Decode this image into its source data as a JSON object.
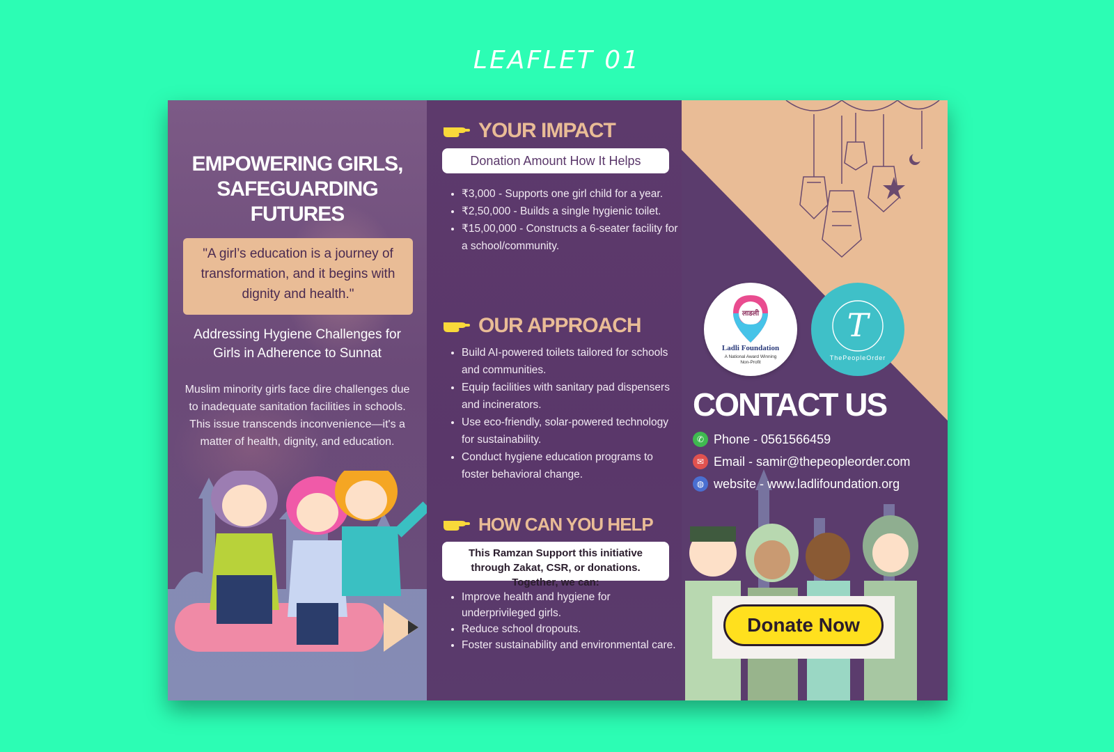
{
  "page_title": "LEAFLET 01",
  "left": {
    "heading": "EMPOWERING GIRLS, SAFEGUARDING FUTURES",
    "quote": "\"A girl’s education is a journey of transformation, and it begins with dignity and health.\"",
    "subheading": "Addressing Hygiene Challenges for Girls in Adherence to Sunnat",
    "body": "Muslim minority girls face dire challenges due to inadequate sanitation facilities in schools. This issue transcends inconvenience—it's a matter of health, dignity, and education."
  },
  "middle": {
    "impact": {
      "heading": "YOUR IMPACT",
      "pill": "Donation Amount How It Helps",
      "items": [
        "₹3,000 - Supports one girl child for a year.",
        "₹2,50,000 - Builds a single hygienic toilet.",
        "₹15,00,000 - Constructs a 6-seater facility for a school/community."
      ]
    },
    "approach": {
      "heading": "OUR APPROACH",
      "items": [
        "Build AI-powered toilets tailored for schools and communities.",
        "Equip facilities with sanitary pad dispensers and incinerators.",
        "Use eco-friendly, solar-powered technology for sustainability.",
        "Conduct hygiene education programs to foster behavioral change."
      ]
    },
    "help": {
      "heading": "HOW  CAN YOU HELP",
      "pill": "This Ramzan Support this initiative through Zakat, CSR, or donations. Together, we can:",
      "items": [
        "Improve health and hygiene for underprivileged girls.",
        "Reduce school dropouts.",
        "Foster sustainability and environmental care."
      ]
    }
  },
  "right": {
    "logo1": {
      "name": "Ladli Foundation",
      "tagline": "A National Award Winning Non-Profit",
      "mark": "लाडली"
    },
    "logo2": {
      "name": "ThePeopleOrder",
      "mark": "T"
    },
    "contact_heading": "CONTACT US",
    "phone": "Phone - 0561566459",
    "email": "Email - samir@thepeopleorder.com",
    "website": "website - www.ladlifoundation.org",
    "donate_label": "Donate Now"
  },
  "colors": {
    "background": "#2cfdb4",
    "accent_peach": "#e9bc96",
    "purple": "#5b3c6d",
    "donate_yellow": "#ffe01e"
  }
}
